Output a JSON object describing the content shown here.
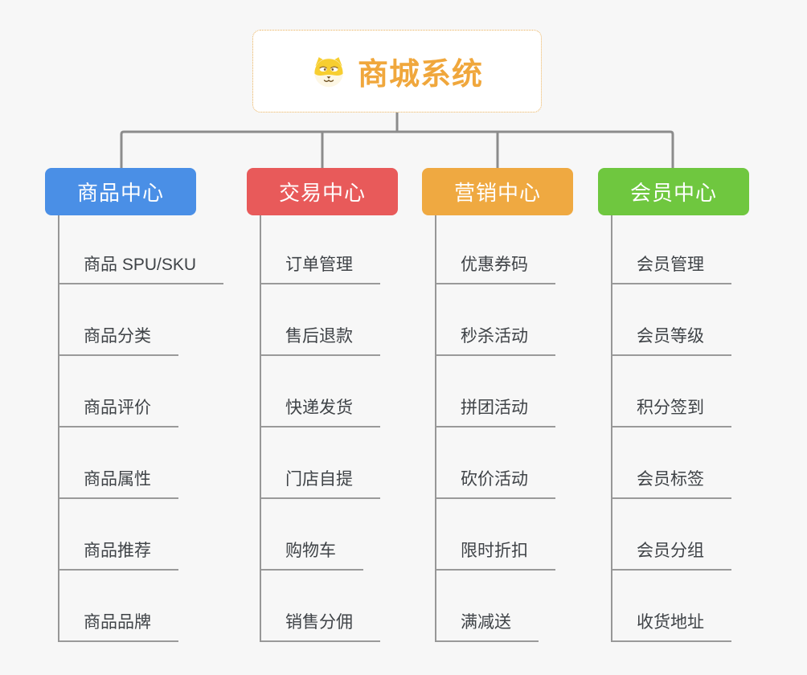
{
  "root": {
    "title": "商城系统",
    "icon": "doge-icon",
    "title_color": "#f0a73c",
    "border_color": "#eab05a"
  },
  "branches": [
    {
      "label": "商品中心",
      "color": "#4a8fe6",
      "children": [
        "商品 SPU/SKU",
        "商品分类",
        "商品评价",
        "商品属性",
        "商品推荐",
        "商品品牌"
      ]
    },
    {
      "label": "交易中心",
      "color": "#e85a5a",
      "children": [
        "订单管理",
        "售后退款",
        "快递发货",
        "门店自提",
        "购物车",
        "销售分佣"
      ]
    },
    {
      "label": "营销中心",
      "color": "#efa941",
      "children": [
        "优惠券码",
        "秒杀活动",
        "拼团活动",
        "砍价活动",
        "限时折扣",
        "满减送"
      ]
    },
    {
      "label": "会员中心",
      "color": "#6fc73f",
      "children": [
        "会员管理",
        "会员等级",
        "积分签到",
        "会员标签",
        "会员分组",
        "收货地址"
      ]
    }
  ],
  "colors": {
    "background": "#f7f7f7",
    "connector": "#8c8c8c",
    "leaf_line": "#9a9a9a",
    "leaf_text": "#3f4347"
  }
}
